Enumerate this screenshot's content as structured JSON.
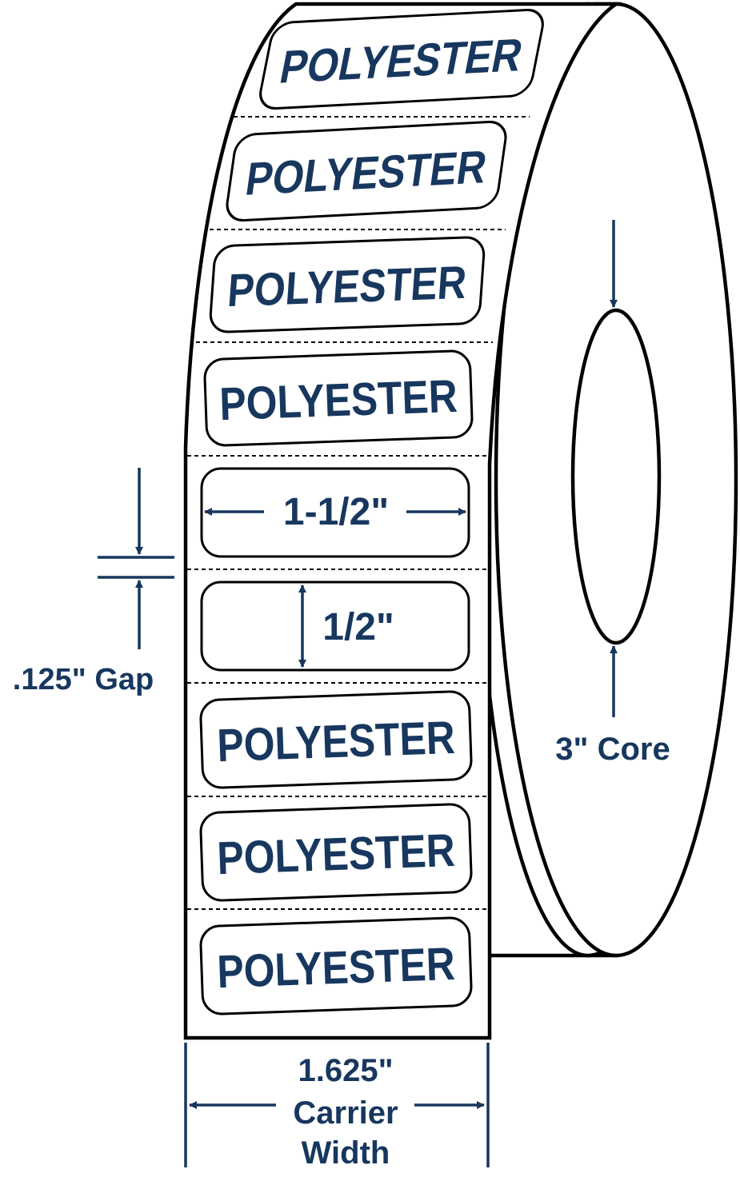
{
  "label_text": "POLYESTER",
  "dimensions": {
    "label_width": "1-1/2\"",
    "label_height": "1/2\"",
    "gap": ".125\" Gap",
    "core": "3\" Core",
    "carrier_width_line1": "1.625\"",
    "carrier_width_line2": "Carrier",
    "carrier_width_line3": "Width"
  },
  "colors": {
    "text": "#17375e",
    "outline": "#000000",
    "background": "#ffffff"
  }
}
